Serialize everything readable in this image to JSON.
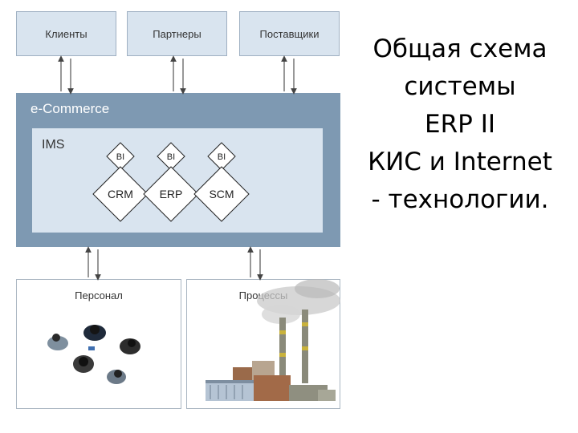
{
  "top_boxes": [
    "Клиенты",
    "Партнеры",
    "Поставщики"
  ],
  "ecommerce": {
    "label": "e-Commerce"
  },
  "ims": {
    "label": "IMS",
    "modules": [
      {
        "bi": "BI",
        "name": "CRM"
      },
      {
        "bi": "BI",
        "name": "ERP"
      },
      {
        "bi": "BI",
        "name": "SCM"
      }
    ]
  },
  "bottom_boxes": [
    "Персонал",
    "Процессы"
  ],
  "title_lines": [
    "Общая схема",
    "системы",
    "ERP II",
    "КИС и Internet",
    "- технологии."
  ]
}
